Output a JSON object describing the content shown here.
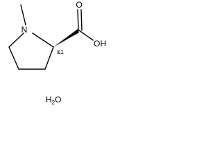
{
  "molecule": {
    "atoms": {
      "nitrogen": "N",
      "hydroxyl": "OH",
      "carbonyl_oxygen": "O",
      "stereo_descriptor": "&1"
    },
    "water": {
      "h": "H",
      "subscript": "2",
      "o": "O"
    },
    "colors": {
      "ink": "#000000",
      "background": "#ffffff"
    }
  }
}
